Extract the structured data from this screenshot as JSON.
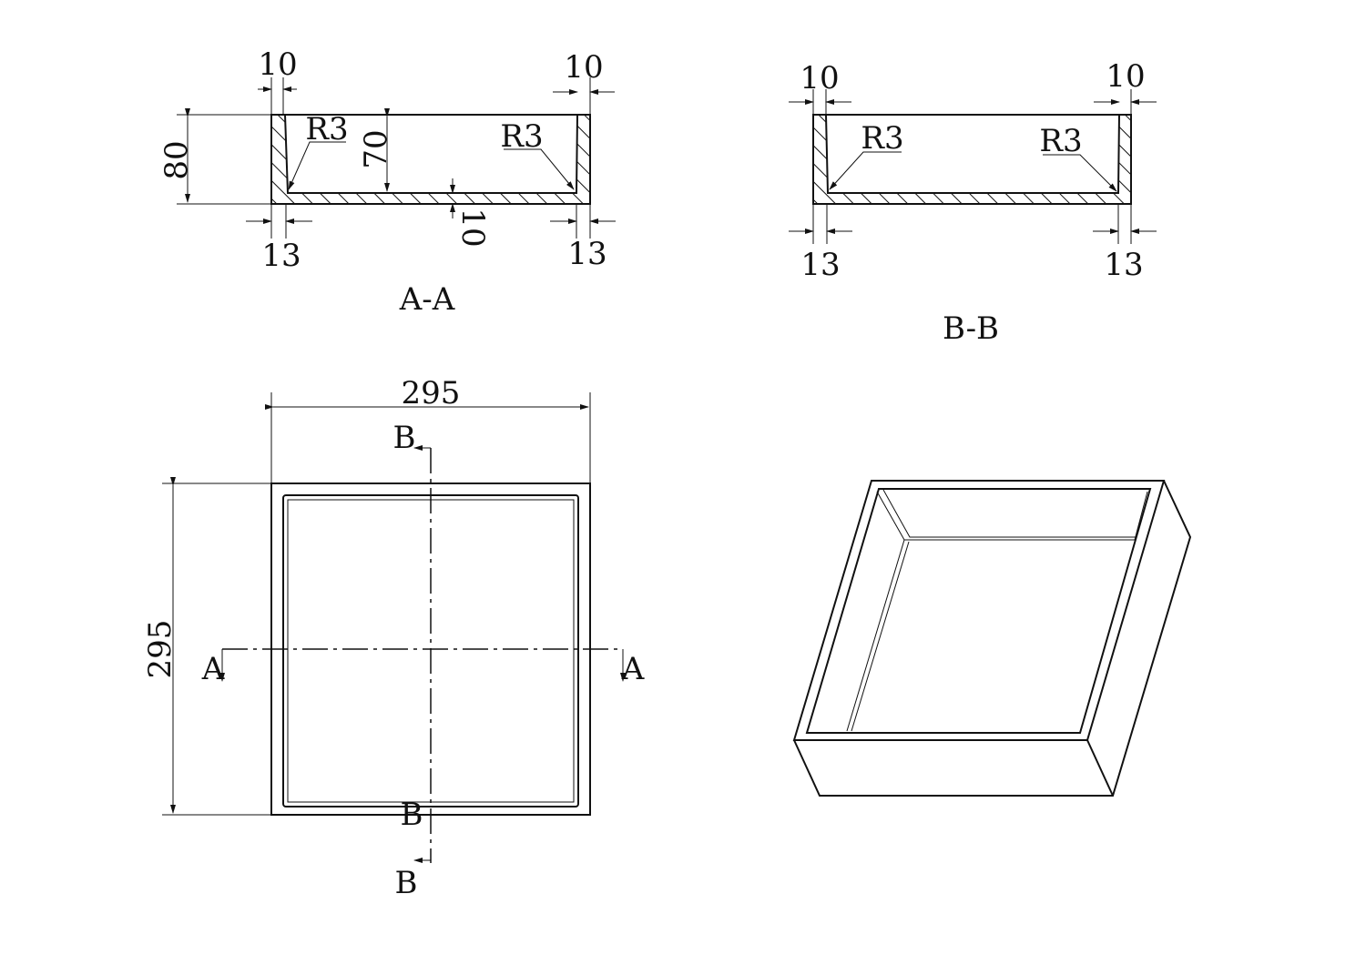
{
  "section_aa": {
    "title": "A-A",
    "dims": {
      "top_left": "10",
      "top_right": "10",
      "height_outer": "80",
      "height_inner": "70",
      "bottom_thickness": "10",
      "bottom_left": "13",
      "bottom_right": "13"
    },
    "radius_left": "R3",
    "radius_right": "R3"
  },
  "section_bb": {
    "title": "B-B",
    "dims": {
      "top_left": "10",
      "top_right": "10",
      "bottom_left": "13",
      "bottom_right": "13"
    },
    "radius_left": "R3",
    "radius_right": "R3"
  },
  "plan_view": {
    "width": "295",
    "height": "295",
    "cut_a_left": "A",
    "cut_a_right": "A",
    "cut_b_top": "B",
    "cut_b_mid": "B",
    "cut_b_bottom": "B"
  },
  "colors": {
    "line": "#111111",
    "background": "#ffffff"
  }
}
